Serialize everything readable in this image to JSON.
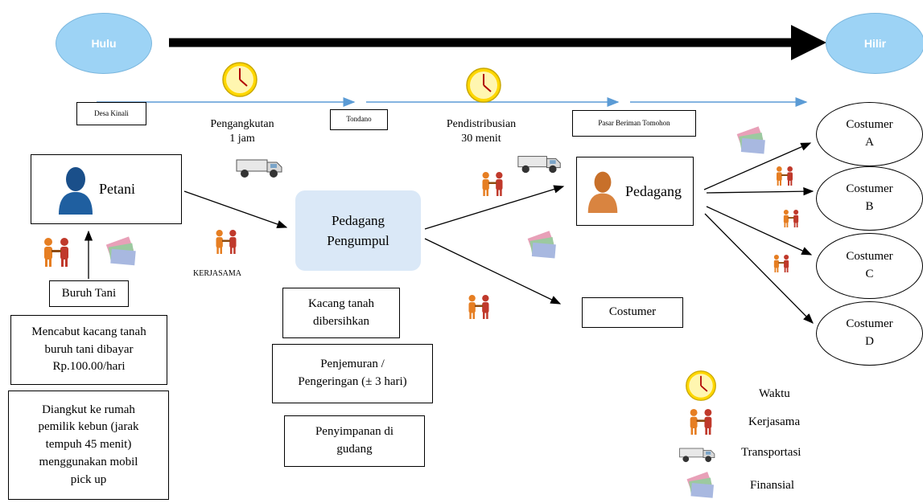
{
  "ends": {
    "left": "Hulu",
    "right": "Hilir"
  },
  "locations": {
    "a": "Desa Kinali",
    "b": "Tondano",
    "c": "Pasar Beriman Tomohon"
  },
  "transport_1": {
    "line1": "Pengangkutan",
    "line2": "1 jam"
  },
  "transport_2": {
    "line1": "Pendistribusian",
    "line2": "30 menit"
  },
  "actors": {
    "petani": "Petani",
    "pengumpul_1": "Pedagang",
    "pengumpul_2": "Pengumpul",
    "pedagang": "Pedagang",
    "costumer": "Costumer",
    "kerjasama_label": "KERJASAMA"
  },
  "left_steps": {
    "buruh": "Buruh Tani",
    "step1": [
      "Mencabut kacang tanah",
      "buruh tani dibayar",
      "Rp.100.00/hari"
    ],
    "step2": [
      "Diangkut ke rumah",
      "pemilik kebun (jarak",
      "tempuh 45 menit)",
      "menggunakan mobil",
      "pick up"
    ]
  },
  "center_steps": {
    "s1": [
      "Kacang tanah",
      "dibersihkan"
    ],
    "s2": [
      "Penjemuran /",
      "Pengeringan (± 3 hari)"
    ],
    "s3": [
      "Penyimpanan di",
      "gudang"
    ]
  },
  "customers": [
    {
      "name": "Costumer",
      "letter": "A"
    },
    {
      "name": "Costumer",
      "letter": "B"
    },
    {
      "name": "Costumer",
      "letter": "C"
    },
    {
      "name": "Costumer",
      "letter": "D"
    }
  ],
  "legend": {
    "waktu": "Waktu",
    "kerjasama": "Kerjasama",
    "transportasi": "Transportasi",
    "finansial": "Finansial"
  },
  "colors": {
    "oval": "#9dd3f5",
    "process_box": "#dae8f7",
    "flow_arrow": "#5b9bd5",
    "clock": "#ffd700",
    "handshake_red": "#c0392b",
    "handshake_orange": "#e67e22"
  }
}
